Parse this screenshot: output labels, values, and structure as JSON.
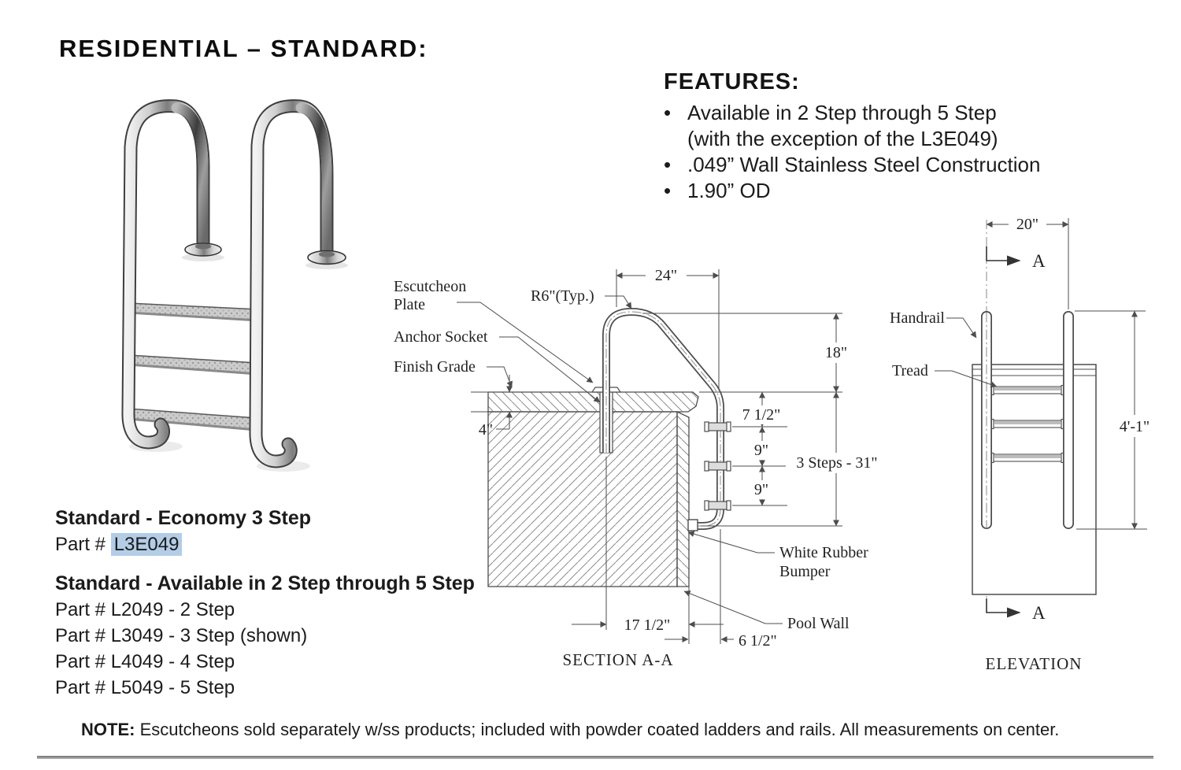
{
  "page": {
    "title": "RESIDENTIAL – STANDARD:",
    "bullet_glyph": "•",
    "note": {
      "label": "NOTE:",
      "text": " Escutcheons sold separately w/ss products; included with powder coated ladders and rails. All measurements on center."
    }
  },
  "features": {
    "heading": "FEATURES:",
    "bullets": [
      {
        "line1": "Available in 2 Step through 5 Step",
        "line2": "(with the exception of the L3E049)"
      },
      {
        "line1": ".049” Wall Stainless Steel Construction"
      },
      {
        "line1": "1.90” OD"
      }
    ]
  },
  "products": {
    "economy_heading": "Standard - Economy 3 Step",
    "economy_part_prefix": "Part # ",
    "economy_part_number": "L3E049",
    "standard_heading": "Standard - Available in 2 Step through 5 Step",
    "standard_parts": [
      "Part # L2049 - 2 Step",
      "Part # L3049 - 3 Step (shown)",
      "Part # L4049 - 4 Step",
      "Part # L5049 - 5 Step"
    ]
  },
  "section": {
    "caption": "SECTION A-A",
    "label_escutcheon_1": "Escutcheon",
    "label_escutcheon_2": "Plate",
    "label_anchor_socket": "Anchor Socket",
    "label_finish_grade": "Finish Grade",
    "label_radius": "R6\"(Typ.)",
    "label_bumper_1": "White Rubber",
    "label_bumper_2": "Bumper",
    "label_pool_wall": "Pool Wall",
    "dim_top_width": "24\"",
    "dim_handrail_height": "18\"",
    "dim_first_step": "7 1/2\"",
    "dim_step_1": "9\"",
    "dim_step_2": "9\"",
    "dim_steps_total": "3 Steps - 31\"",
    "dim_deck_thickness": "4\"",
    "dim_anchor_to_wall": "17 1/2\"",
    "dim_wall_to_rail": "6 1/2\""
  },
  "elevation": {
    "caption": "ELEVATION",
    "label_handrail": "Handrail",
    "label_tread": "Tread",
    "marker_top": "A",
    "marker_bottom": "A",
    "dim_width": "20\"",
    "dim_height": "4'-1\""
  },
  "colors": {
    "highlight": "#b3cde7",
    "drawing_line": "#555555",
    "text": "#141414"
  }
}
